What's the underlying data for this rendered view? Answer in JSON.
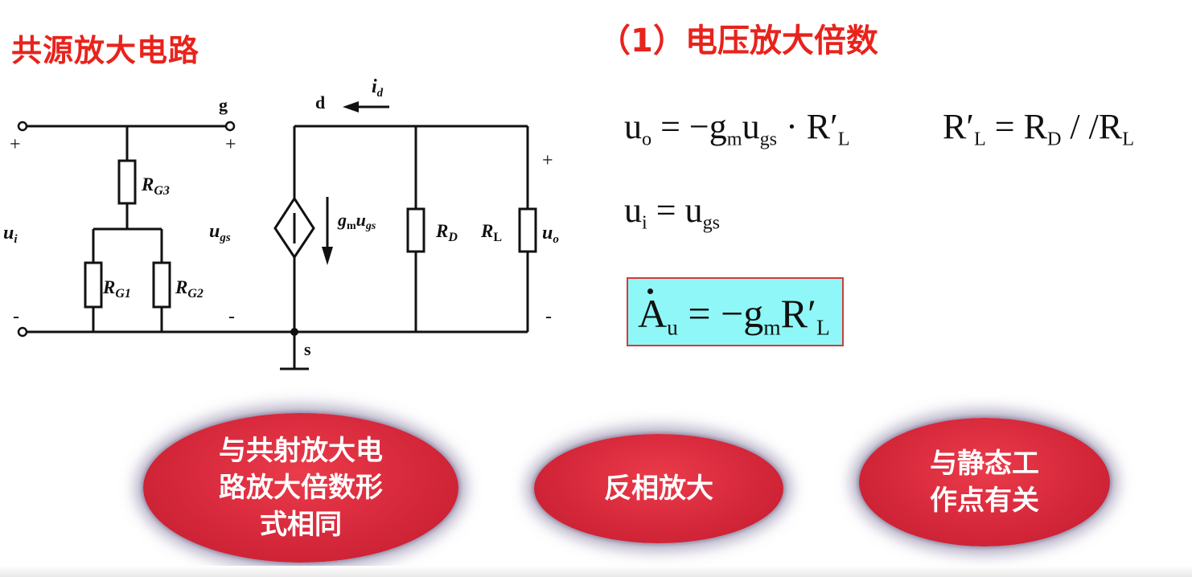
{
  "titles": {
    "left": "共源放大电路",
    "right": "（1）电压放大倍数"
  },
  "circuit": {
    "nodes": {
      "g": "g",
      "d": "d",
      "s": "s"
    },
    "labels": {
      "ui_main": "u",
      "ui_sub": "i",
      "ugs_main": "u",
      "ugs_sub": "gs",
      "uo_main": "u",
      "uo_sub": "o",
      "id_main": "i",
      "id_sub": "d",
      "rg3_main": "R",
      "rg3_sub": "G3",
      "rg1_main": "R",
      "rg1_sub": "G1",
      "rg2_main": "R",
      "rg2_sub": "G2",
      "rd_main": "R",
      "rd_sub": "D",
      "rl_main": "R",
      "rl_sub": "L",
      "src_g": "g",
      "src_m": "m",
      "src_u": "u",
      "src_gs": "gs"
    },
    "signs": {
      "plus": "+",
      "minus": "-"
    }
  },
  "equations": {
    "eq1": {
      "p1": "u",
      "s1": "o",
      "p2": " = −g",
      "s2": "m",
      "p3": "u",
      "s3": "gs",
      "p4": " · R′",
      "s4": "L"
    },
    "eq2": {
      "p1": "R′",
      "s1": "L",
      "p2": " = R",
      "s2": "D",
      "p3": " / /R",
      "s3": "L"
    },
    "eq3": {
      "p1": "u",
      "s1": "i",
      "p2": " = u",
      "s2": "gs"
    },
    "gain": {
      "p1": "A",
      "s1": "u",
      "p2": " = −g",
      "s2": "m",
      "p3": "R′",
      "s3": "L"
    }
  },
  "bubbles": [
    {
      "text": "与共射放大电\n路放大倍数形\n式相同"
    },
    {
      "text": "反相放大"
    },
    {
      "text": "与静态工\n作点有关"
    }
  ],
  "colors": {
    "title": "#e8231c",
    "bubble": "#d32639",
    "gain_box_bg": "#8ff7f7",
    "gain_box_border": "#d33a3a"
  }
}
